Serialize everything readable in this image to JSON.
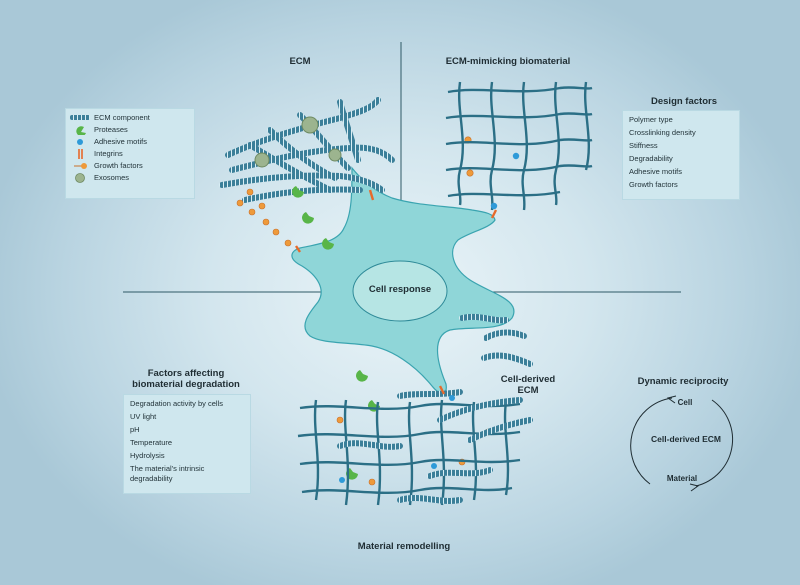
{
  "titles": {
    "ecm": "ECM",
    "ecm_mimicking": "ECM-mimicking biomaterial",
    "cell_response": "Cell response",
    "factors_title_line1": "Factors affecting",
    "factors_title_line2": "biomaterial degradation",
    "cell_derived_line1": "Cell-derived",
    "cell_derived_line2": "ECM",
    "material_remodelling": "Material remodelling",
    "dynamic_reciprocity": "Dynamic reciprocity"
  },
  "legend": [
    {
      "label": "ECM component",
      "icon": "fiber-icon"
    },
    {
      "label": "Proteases",
      "icon": "protease-icon"
    },
    {
      "label": "Adhesive motifs",
      "icon": "adhesive-motif-icon"
    },
    {
      "label": "Integrins",
      "icon": "integrin-icon"
    },
    {
      "label": "Growth factors",
      "icon": "growth-factor-icon"
    },
    {
      "label": "Exosomes",
      "icon": "exosome-icon"
    }
  ],
  "design_factors": {
    "title": "Design factors",
    "items": [
      "Polymer type",
      "Crosslinking density",
      "Stiffness",
      "Degradability",
      "Adhesive motifs",
      "Growth factors"
    ]
  },
  "degradation_factors": {
    "items": [
      "Degradation activity by cells",
      "UV light",
      "pH",
      "Temperature",
      "Hydrolysis",
      "The material's intrinsic",
      "degradability"
    ]
  },
  "reciprocity": {
    "cell": "Cell",
    "center": "Cell-derived ECM",
    "material": "Material"
  },
  "colors": {
    "fiber": "#3b7f99",
    "cell": "#8fd6d8",
    "nucleus": "#b6e5e4",
    "protease": "#58b548",
    "growth_factor": "#ee9a3a",
    "adhesive": "#2e9ad8",
    "integrin": "#e66a2c",
    "exosome": "#9cb48f"
  }
}
